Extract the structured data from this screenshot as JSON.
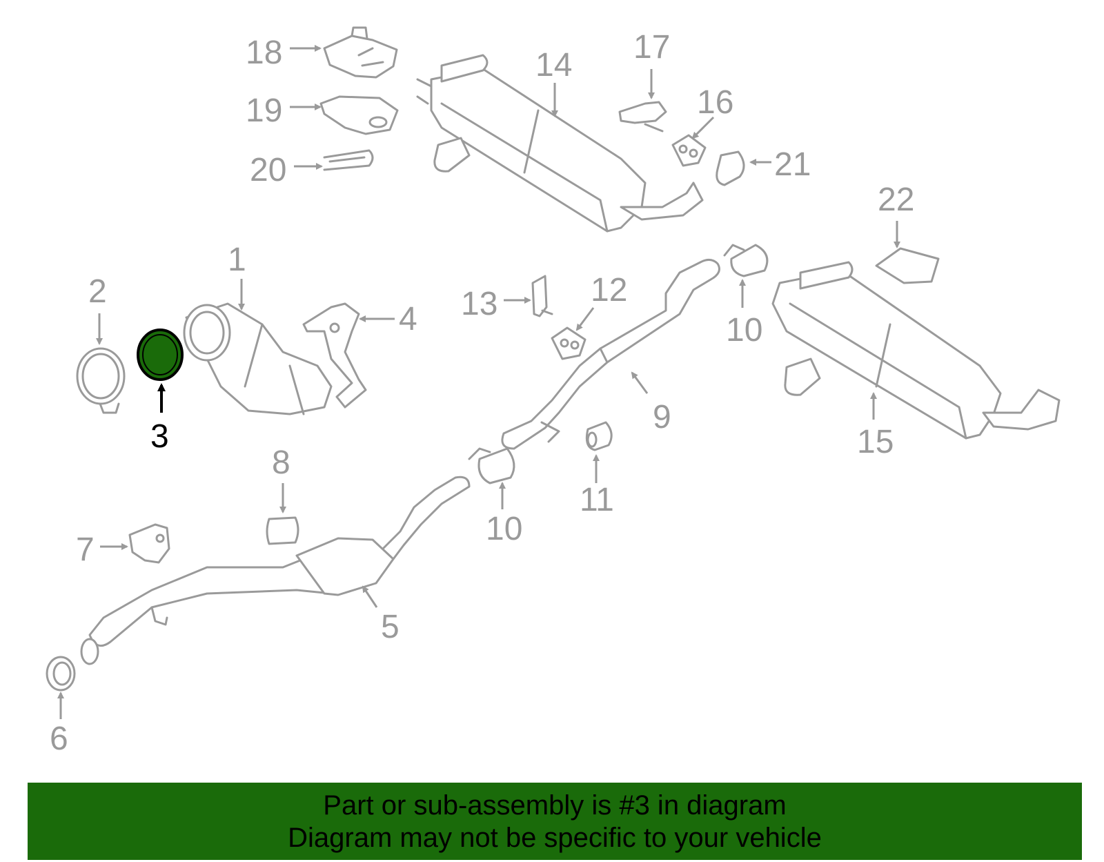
{
  "callouts": {
    "c1": "1",
    "c2": "2",
    "c3": "3",
    "c4": "4",
    "c5": "5",
    "c6": "6",
    "c7": "7",
    "c8": "8",
    "c9": "9",
    "c10a": "10",
    "c10b": "10",
    "c11": "11",
    "c12": "12",
    "c13": "13",
    "c14": "14",
    "c15": "15",
    "c16": "16",
    "c17": "17",
    "c18": "18",
    "c19": "19",
    "c20": "20",
    "c21": "21",
    "c22": "22"
  },
  "highlight": {
    "part": "3",
    "color": "#1a6b0a"
  },
  "banner": {
    "line1": "Part or sub-assembly is #3 in diagram",
    "line2": "Diagram may not be specific to your vehicle"
  }
}
